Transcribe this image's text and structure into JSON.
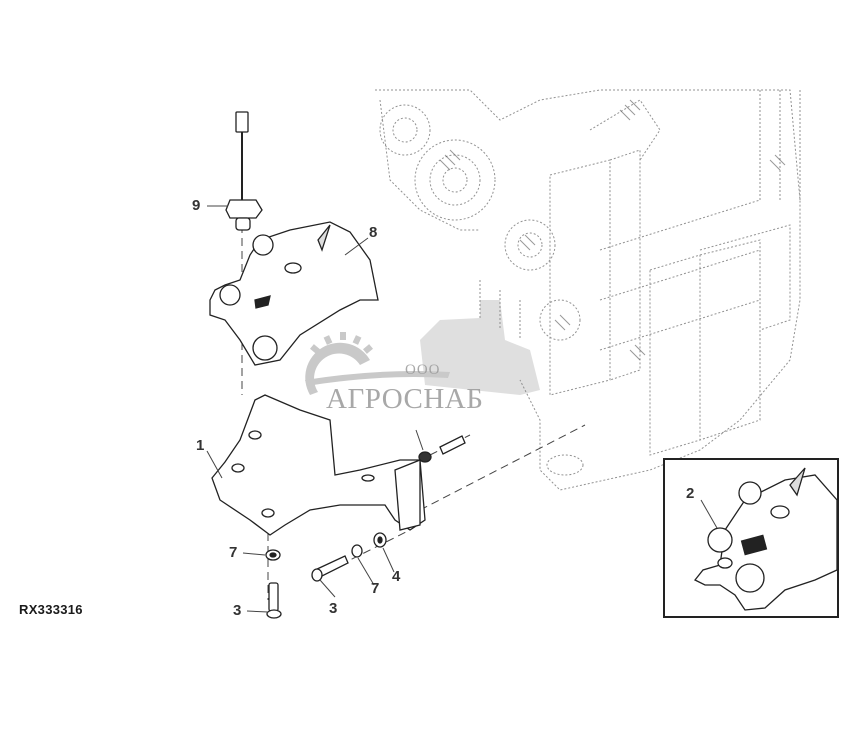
{
  "diagram": {
    "figure_id": "RX333316",
    "type": "exploded parts diagram",
    "callouts": [
      {
        "id": "c9",
        "label": "9",
        "part": "sensor with cable"
      },
      {
        "id": "c8",
        "label": "8",
        "part": "bearing cap housing"
      },
      {
        "id": "c1",
        "label": "1",
        "part": "support bracket"
      },
      {
        "id": "c7a",
        "label": "7",
        "part": "washer"
      },
      {
        "id": "c3a",
        "label": "3",
        "part": "cap screw"
      },
      {
        "id": "c3b",
        "label": "3",
        "part": "cap screw"
      },
      {
        "id": "c7b",
        "label": "7",
        "part": "washer"
      },
      {
        "id": "c4",
        "label": "4",
        "part": "spacer"
      },
      {
        "id": "c2",
        "label": "2",
        "part": "bearing cap (inset detail)"
      }
    ],
    "inset": {
      "callout": "2"
    }
  },
  "watermark": {
    "prefix": "ООО",
    "name": "АГРОСНАБ"
  }
}
